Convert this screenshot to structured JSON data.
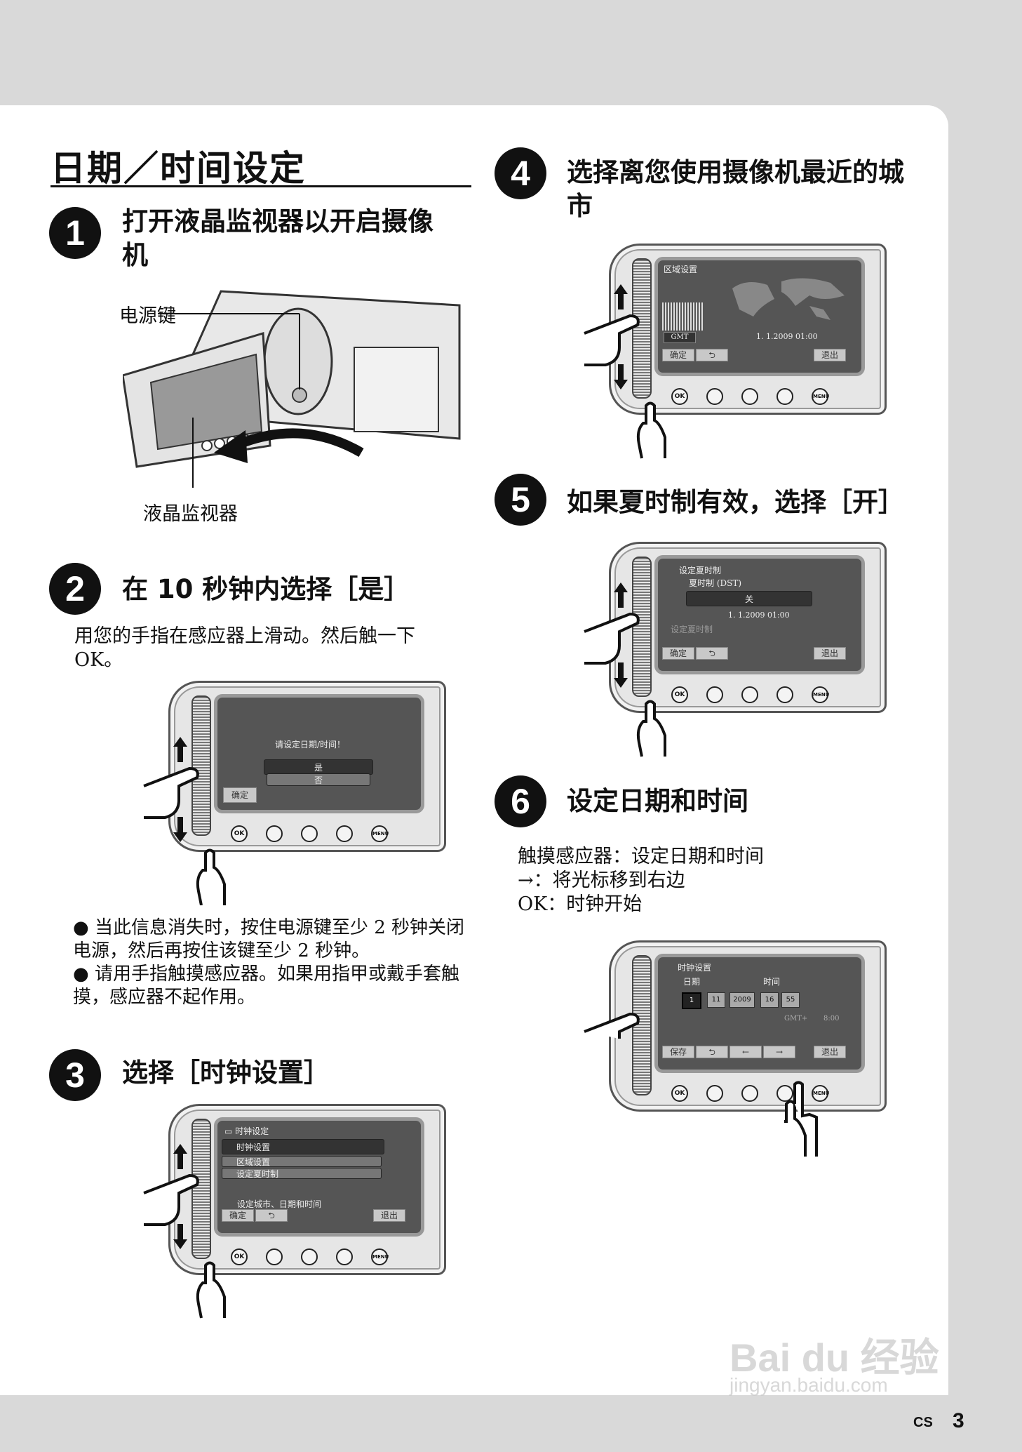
{
  "page": {
    "title": "日期／时间设定",
    "footer": {
      "lang": "CS",
      "page": "3"
    }
  },
  "steps": [
    {
      "num": "1",
      "title": "打开液晶监视器以开启摄像机",
      "labels": {
        "power": "电源键",
        "lcd": "液晶监视器"
      }
    },
    {
      "num": "2",
      "title": "在 10 秒钟内选择［是］",
      "text": "用您的手指在感应器上滑动。然后触一下 OK。",
      "screen": {
        "message": "请设定日期/时间！",
        "yes": "是",
        "no": "否",
        "confirm": "确定"
      },
      "bullets": [
        "当此信息消失时，按住电源键至少 2 秒钟关闭电源，然后再按住该键至少 2 秒钟。",
        "请用手指触摸感应器。如果用指甲或戴手套触摸，感应器不起作用。"
      ]
    },
    {
      "num": "3",
      "title": "选择［时钟设置］",
      "screen": {
        "header": "时钟设定",
        "items": [
          "时钟设置",
          "区域设置",
          "设定夏时制"
        ],
        "hint": "设定城市、日期和时间",
        "confirm": "确定",
        "exit": "退出"
      }
    },
    {
      "num": "4",
      "title": "选择离您使用摄像机最近的城市",
      "screen": {
        "header": "区域设置",
        "gmt": "GMT",
        "datetime": "1. 1.2009 01:00",
        "confirm": "确定",
        "exit": "退出"
      }
    },
    {
      "num": "5",
      "title": "如果夏时制有效，选择［开］",
      "screen": {
        "header": "设定夏时制",
        "sub": "夏时制 (DST)",
        "value": "关",
        "datetime": "1. 1.2009 01:00",
        "faded": "设定夏时制",
        "confirm": "确定",
        "exit": "退出"
      }
    },
    {
      "num": "6",
      "title": "设定日期和时间",
      "lines": [
        "触摸感应器：设定日期和时间",
        "→：将光标移到右边",
        "OK：时钟开始"
      ],
      "screen": {
        "header": "时钟设置",
        "date_label": "日期",
        "time_label": "时间",
        "fields": [
          "1",
          "11",
          "2009",
          "16",
          "55"
        ],
        "gmt": "GMT+",
        "gmt_val": "8:00",
        "save": "保存",
        "exit": "退出"
      }
    }
  ],
  "buttons": {
    "ok": "OK",
    "menu": "MENU"
  },
  "watermark": {
    "main": "Bai du 经验",
    "sub": "jingyan.baidu.com"
  },
  "colors": {
    "background": "#d9d9d9",
    "sheet": "#ffffff",
    "screen": "#555555"
  }
}
